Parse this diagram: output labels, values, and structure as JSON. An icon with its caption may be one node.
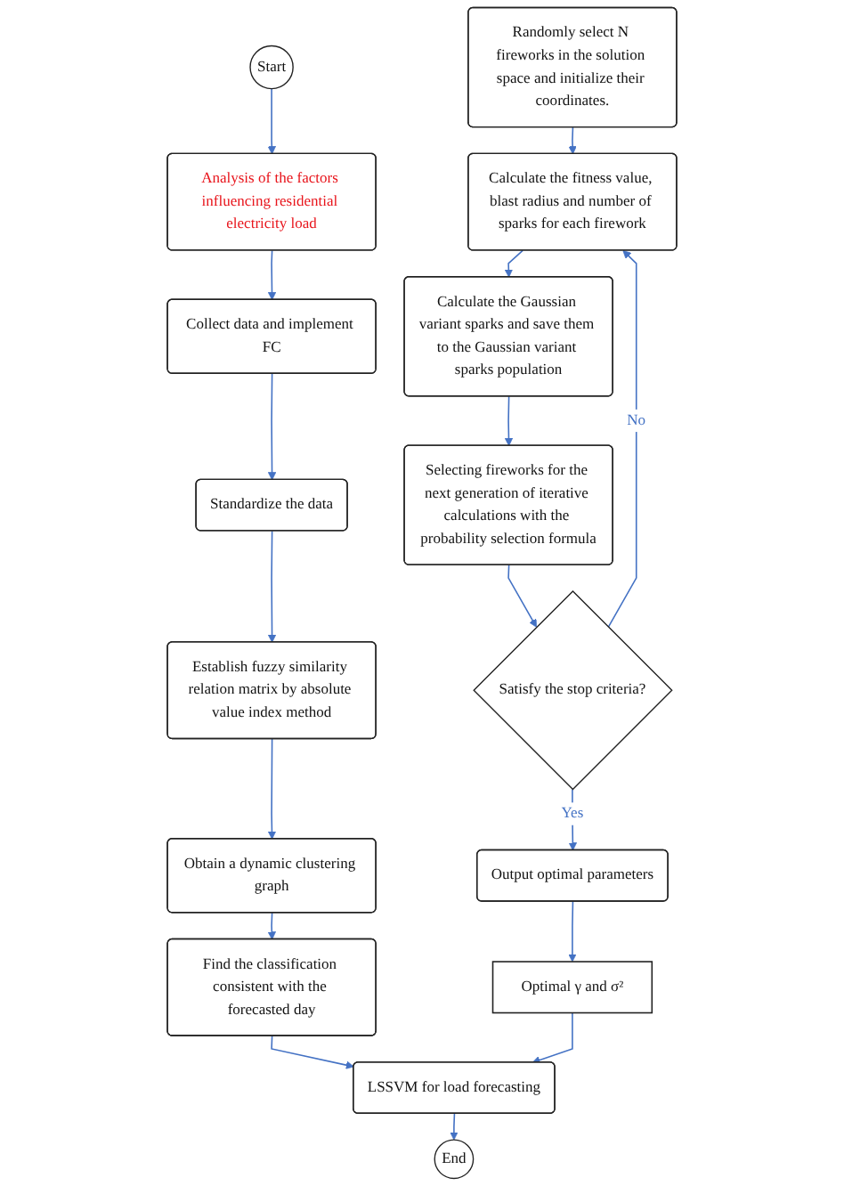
{
  "diagram": {
    "nodes": [
      {
        "text": [
          "Start"
        ]
      },
      {
        "text": [
          "Analysis of the factors influencing residential electricity load"
        ]
      },
      {
        "text": [
          "Collect data and implement FC"
        ]
      },
      {
        "text": [
          "Standardize the data"
        ]
      },
      {
        "text": [
          "Establish fuzzy similarity relation matrix by absolute value index method"
        ]
      },
      {
        "text": [
          "Obtain a dynamic clustering graph"
        ]
      },
      {
        "text": [
          "Find the classification consistent with the forecasted day"
        ]
      },
      {
        "text": [
          "LSSVM for load forecasting"
        ]
      },
      {
        "text": [
          "End"
        ]
      },
      {
        "text": [
          "Randomly select N fireworks in the solution space and initialize their coordinates."
        ]
      },
      {
        "text": [
          "Calculate the fitness value, blast radius and number of sparks for each firework"
        ]
      },
      {
        "text": [
          "Calculate the Gaussian variant sparks and save them to the Gaussian variant sparks population"
        ]
      },
      {
        "text": [
          "Selecting fireworks for the next generation of iterative calculations with the probability selection formula"
        ]
      },
      {
        "text": [
          "Satisfy the stop criteria?"
        ]
      },
      {
        "text": [
          "Output optimal parameters"
        ]
      },
      {
        "text": [
          "Optimal γ and σ²"
        ]
      }
    ],
    "edges": [
      {
        "from": 0,
        "to": 1,
        "arrow": "to"
      },
      {
        "from": 1,
        "to": 2,
        "arrow": "to"
      },
      {
        "from": 2,
        "to": 3,
        "arrow": "to"
      },
      {
        "from": 3,
        "to": 4,
        "arrow": "to"
      },
      {
        "from": 4,
        "to": 5,
        "arrow": "to"
      },
      {
        "from": 5,
        "to": 6,
        "arrow": "to"
      },
      {
        "from": 6,
        "to": 7,
        "arrow": "to"
      },
      {
        "from": 7,
        "to": 8,
        "arrow": "to"
      },
      {
        "from": 9,
        "to": 10,
        "arrow": "to"
      },
      {
        "from": 10,
        "to": 11,
        "arrow": "to"
      },
      {
        "from": 11,
        "to": 12,
        "arrow": "to"
      },
      {
        "from": 12,
        "to": 13,
        "arrow": "to"
      },
      {
        "from": 13,
        "to": 14,
        "label": "Yes",
        "arrow": "to"
      },
      {
        "from": 13,
        "to": 10,
        "label": "No",
        "arrow": "to"
      },
      {
        "from": 14,
        "to": 15,
        "arrow": "to"
      },
      {
        "from": 15,
        "to": 7,
        "arrow": "to"
      }
    ]
  }
}
